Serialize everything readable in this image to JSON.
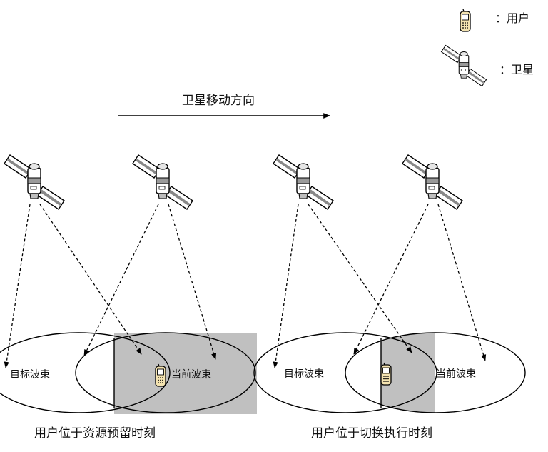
{
  "legend": {
    "user": {
      "symbol": "phone-icon",
      "text": "：用户"
    },
    "satellite": {
      "symbol": "satellite-icon",
      "text": "：卫星"
    }
  },
  "direction": {
    "text": "卫星移动方向"
  },
  "panels": [
    {
      "target_beam": "目标波束",
      "current_beam": "当前波束",
      "caption": "用户位于资源预留时刻"
    },
    {
      "target_beam": "目标波束",
      "current_beam": "当前波束",
      "caption": "用户位于切换执行时刻"
    }
  ],
  "colors": {
    "overlap_fill": "#c0c0c0",
    "line": "#000000"
  }
}
